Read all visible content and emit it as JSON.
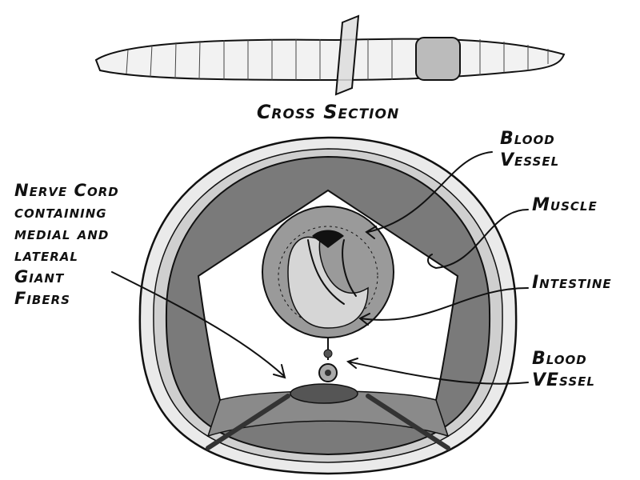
{
  "title": "Cross Section",
  "labels": {
    "blood_vessel_top": [
      "Blood",
      "Vessel"
    ],
    "muscle": "Muscle",
    "intestine": "Intestine",
    "blood_vessel_bottom": [
      "Blood",
      "VEssel"
    ],
    "nerve_cord": [
      "Nerve Cord",
      "containing",
      "medial and",
      "lateral",
      "Giant",
      "Fibers"
    ]
  },
  "colors": {
    "skin": "#e8e8e8",
    "muscle": "#7a7a7a",
    "intestine": "#bdbdbd",
    "ink": "#111111"
  }
}
